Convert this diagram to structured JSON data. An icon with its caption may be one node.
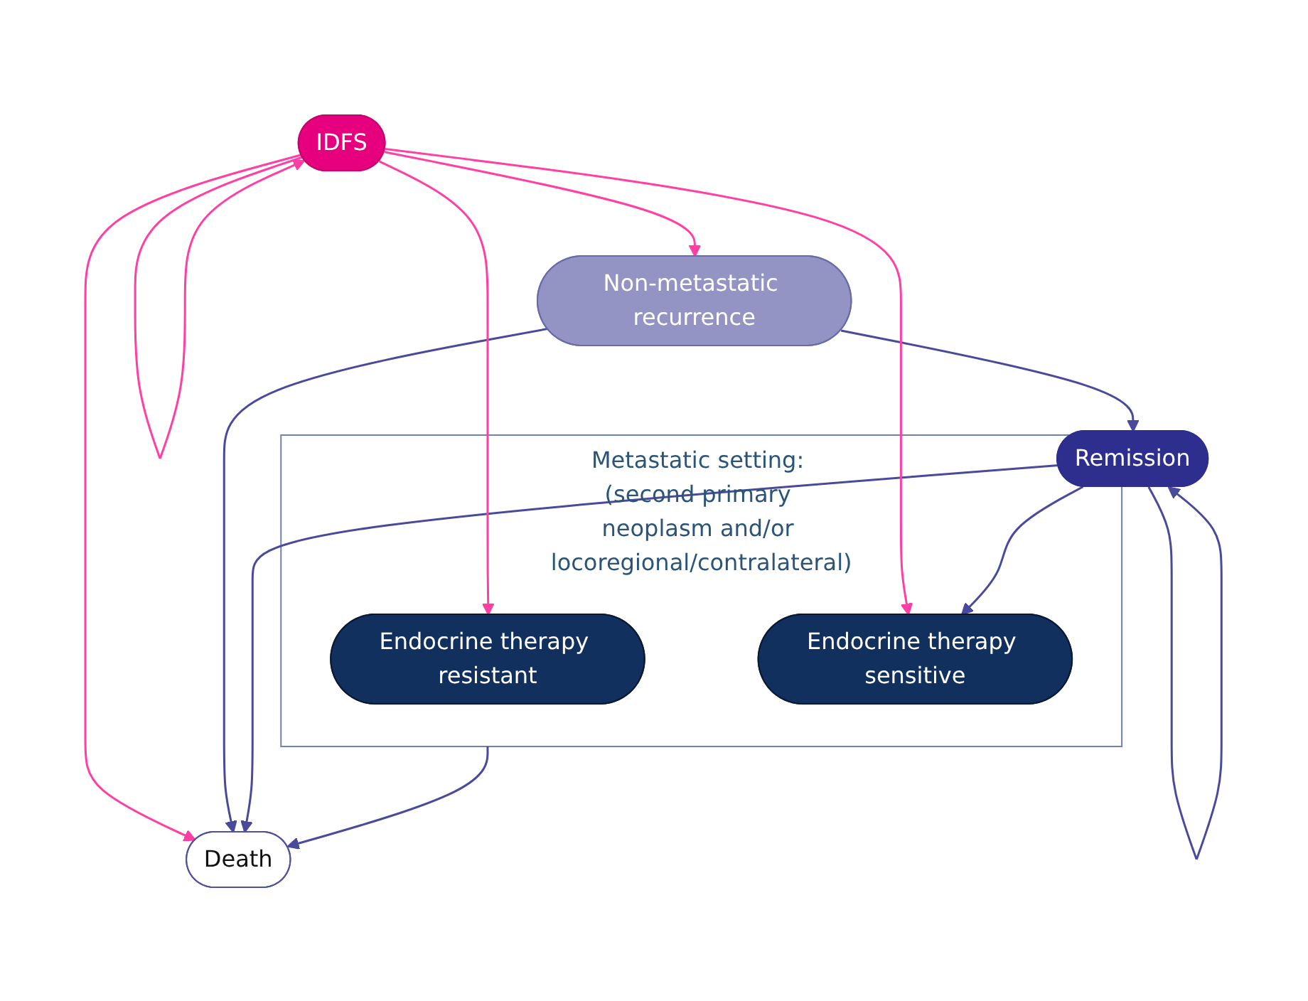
{
  "diagram": {
    "nodes": [
      {
        "text": [
          "IDFS"
        ]
      },
      {
        "text": [
          "Non-metastatic recurrence"
        ]
      },
      {
        "text": [
          "Death"
        ]
      },
      {
        "text": [
          "Remission"
        ]
      },
      {
        "text": [
          "Metastatic setting: (second primary neoplasm and/or locoregional/contralateral)"
        ]
      },
      {
        "text": [
          "Endocrine therapy resistant"
        ],
        "in": 4
      },
      {
        "text": [
          "Endocrine therapy sensitive"
        ],
        "in": 4
      }
    ],
    "edges": [
      {
        "from": 0,
        "to": 0,
        "arrow": "to",
        "color": "#ff3fa4"
      },
      {
        "from": 0,
        "to": 2,
        "arrow": "to",
        "color": "#ff3fa4"
      },
      {
        "from": 0,
        "to": 1,
        "arrow": "to",
        "color": "#ff3fa4"
      },
      {
        "from": 1,
        "to": 2,
        "arrow": "to"
      },
      {
        "from": 1,
        "to": 3,
        "arrow": "to"
      },
      {
        "from": 3,
        "to": 3,
        "arrow": "to"
      },
      {
        "from": 3,
        "to": 2,
        "arrow": "to"
      },
      {
        "from": 4,
        "to": 2,
        "arrow": "to"
      },
      {
        "from": 0,
        "to": 5,
        "arrow": "to",
        "color": "#ff3fa4"
      },
      {
        "from": 0,
        "to": 6,
        "arrow": "to",
        "color": "#ff3fa4"
      },
      {
        "from": 3,
        "to": 6,
        "arrow": "to"
      }
    ]
  }
}
